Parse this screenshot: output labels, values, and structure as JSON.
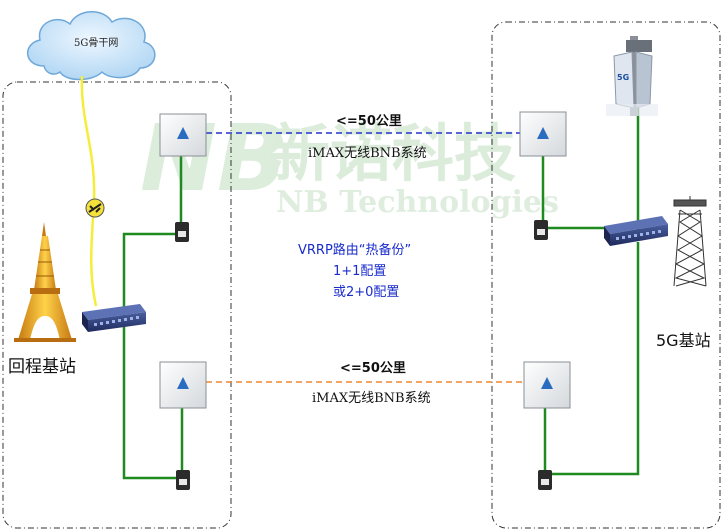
{
  "labels": {
    "cloud": "5G骨干网",
    "left_station": "回程基站",
    "right_station": "5G基站",
    "link_top_distance": "<=50公里",
    "link_top_system": "iMAX无线BNB系统",
    "link_bottom_distance": "<=50公里",
    "link_bottom_system": "iMAX无线BNB系统",
    "vrrp_line1": "VRRP路由“热备份”",
    "vrrp_line2": "1+1配置",
    "vrrp_line3": "或2+0配置",
    "tower_5g_badge": "5G"
  },
  "watermark": {
    "line1": "新诺科技",
    "line2": "NB Technologies",
    "logo": "NB"
  },
  "colors": {
    "green_cable": "#1f8a1f",
    "fiber_yellow": "#f4ee3a",
    "link_blue": "#2233cc",
    "link_orange": "#ee8833",
    "vrrp_text": "#1a2ccc",
    "watermark": "#cfe6cf"
  }
}
